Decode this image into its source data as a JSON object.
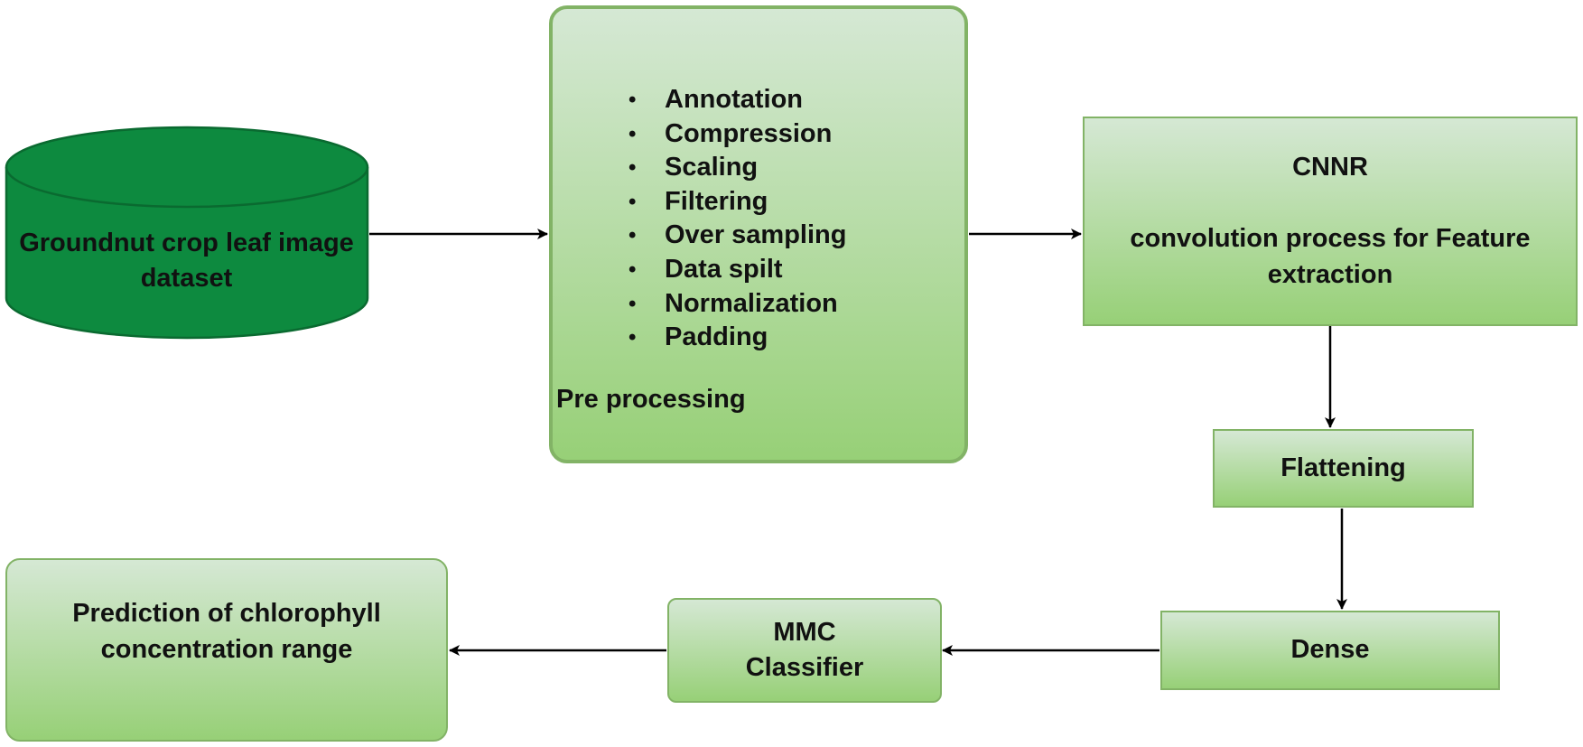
{
  "dataset": {
    "label": "Groundnut crop leaf image dataset",
    "fill": "#0d8a3f",
    "stroke": "#0a6a30"
  },
  "preprocessing": {
    "items": [
      "Annotation",
      "Compression",
      "Scaling",
      "Filtering",
      "Over sampling",
      "Data spilt",
      "Normalization",
      "Padding"
    ],
    "caption": "Pre processing"
  },
  "cnnr": {
    "title": "CNNR",
    "description": "convolution process for Feature extraction"
  },
  "flattening": {
    "label": "Flattening"
  },
  "dense": {
    "label": "Dense"
  },
  "classifier": {
    "line1": "MMC",
    "line2": "Classifier"
  },
  "prediction": {
    "label": "Prediction of chlorophyll concentration range"
  },
  "colors": {
    "box_stroke": "#82b366",
    "box_top": "#d5e8d4",
    "box_bottom": "#97d077",
    "arrow": "#000000"
  }
}
